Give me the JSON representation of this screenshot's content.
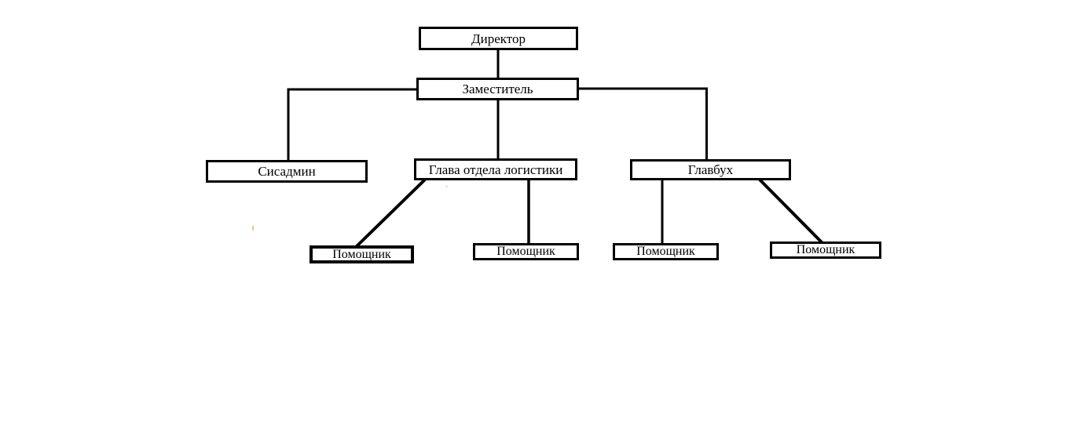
{
  "diagram": {
    "type": "org-chart",
    "background_color": "#ffffff",
    "line_color": "#000000",
    "box_border_color": "#000000",
    "text_color": "#000000",
    "artifact_colors": {
      "orange_mark": "#eea13b",
      "yellow_mark": "#e3c468"
    },
    "nodes": {
      "director": {
        "label": "Директор"
      },
      "deputy": {
        "label": "Заместитель"
      },
      "sysadmin": {
        "label": "Сисадмин"
      },
      "logistics_head": {
        "label": "Глава отдела логистики"
      },
      "chief_accountant": {
        "label": "Главбух"
      },
      "assistant_1": {
        "label": "Помощник"
      },
      "assistant_2": {
        "label": "Помощник"
      },
      "assistant_3": {
        "label": "Помощник"
      },
      "assistant_4": {
        "label": "Помощник"
      }
    },
    "edges": [
      {
        "from": "Директор",
        "to": "Заместитель"
      },
      {
        "from": "Заместитель",
        "to": "Сисадмин"
      },
      {
        "from": "Заместитель",
        "to": "Глава отдела логистики"
      },
      {
        "from": "Заместитель",
        "to": "Главбух"
      },
      {
        "from": "Глава отдела логистики",
        "to": "Помощник (левый)"
      },
      {
        "from": "Глава отдела логистики",
        "to": "Помощник (второй)"
      },
      {
        "from": "Главбух",
        "to": "Помощник (третий)"
      },
      {
        "from": "Главбух",
        "to": "Помощник (правый)"
      }
    ]
  }
}
